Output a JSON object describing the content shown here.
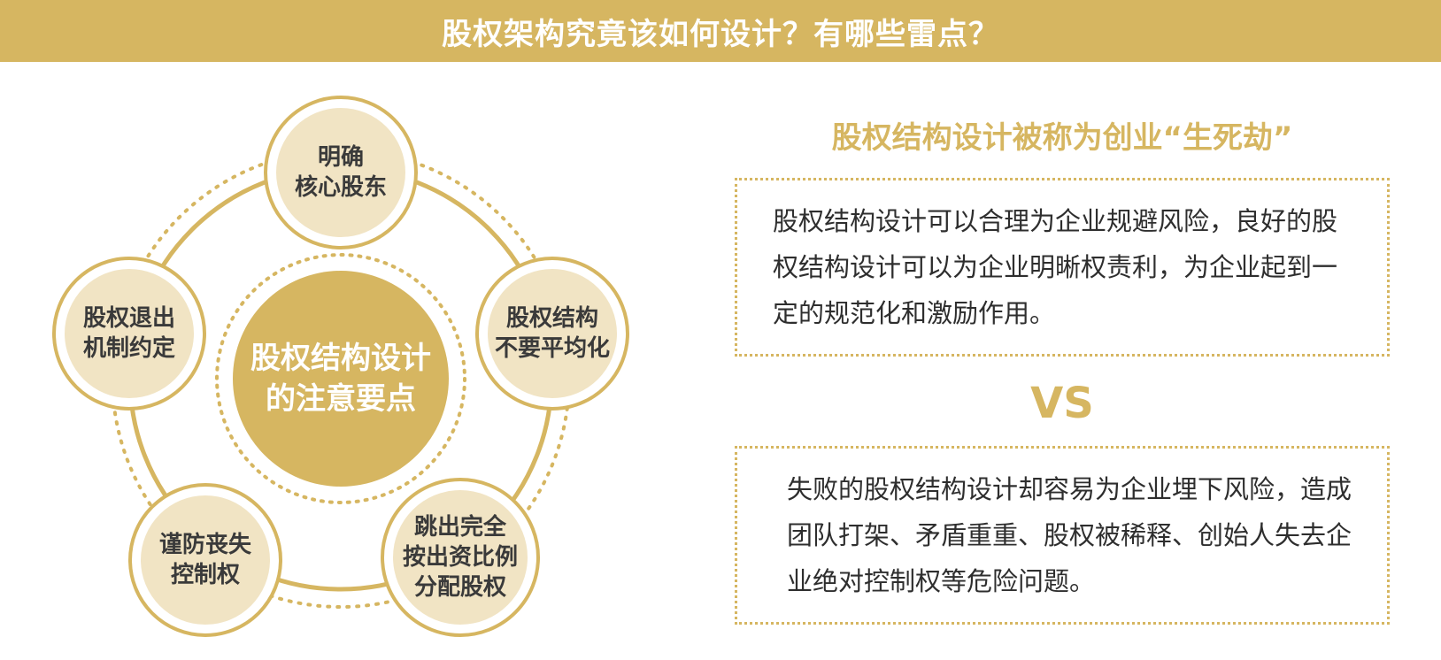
{
  "header": {
    "title": "股权架构究竟该如何设计？有哪些雷点？"
  },
  "diagram": {
    "center": "股权结构设计\n的注意要点",
    "nodes": [
      {
        "id": "core-shareholder",
        "label": "明确\n核心股东"
      },
      {
        "id": "no-equal-split",
        "label": "股权结构\n不要平均化"
      },
      {
        "id": "contribution-ratio",
        "label": "跳出完全\n按出资比例\n分配股权"
      },
      {
        "id": "prevent-loss-control",
        "label": "谨防丧失\n控制权"
      },
      {
        "id": "exit-mechanism",
        "label": "股权退出\n机制约定"
      }
    ]
  },
  "right": {
    "title": "股权结构设计被称为创业“生死劫”",
    "box1": "股权结构设计可以合理为企业规避风险，良好的股权结构设计可以为企业明晰权责利，为企业起到一定的规范化和激励作用。",
    "vs": "VS",
    "box2": "失败的股权结构设计却容易为企业埋下风险，造成团队打架、矛盾重重、股权被稀释、创始人失去企业绝对控制权等危险问题。"
  },
  "colors": {
    "accent": "#d6b661",
    "node_fill": "#f1e4c4",
    "text": "#3a3a3a"
  }
}
